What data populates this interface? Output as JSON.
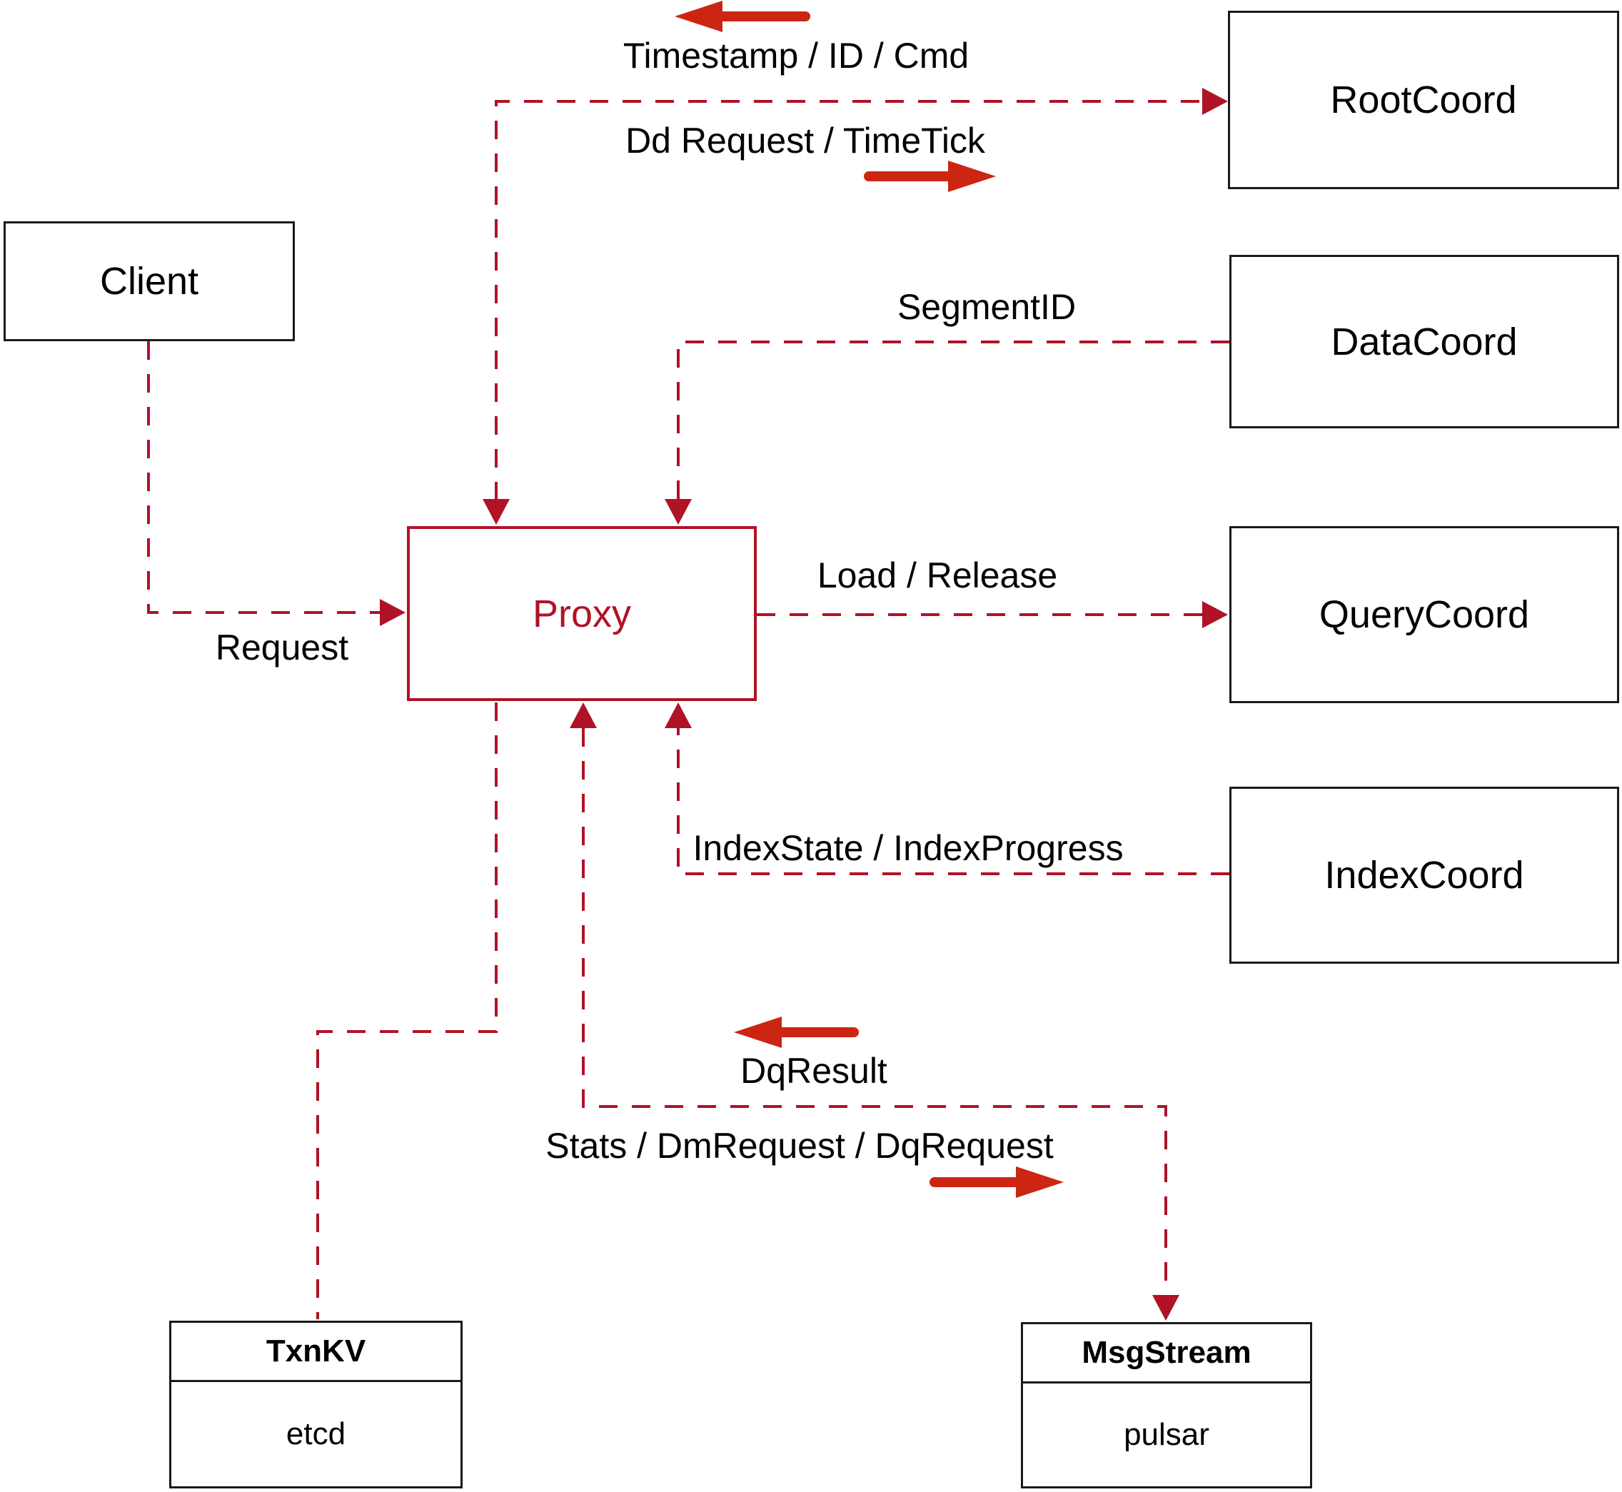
{
  "diagram": {
    "nodes": {
      "client": {
        "label": "Client"
      },
      "proxy": {
        "label": "Proxy"
      },
      "root_coord": {
        "label": "RootCoord"
      },
      "data_coord": {
        "label": "DataCoord"
      },
      "query_coord": {
        "label": "QueryCoord"
      },
      "index_coord": {
        "label": "IndexCoord"
      },
      "txn_kv": {
        "title": "TxnKV",
        "subtitle": "etcd"
      },
      "msg_stream": {
        "title": "MsgStream",
        "subtitle": "pulsar"
      }
    },
    "edge_labels": {
      "proxy_to_root": "Dd Request / TimeTick",
      "root_to_proxy": "Timestamp / ID / Cmd",
      "data_to_proxy": "SegmentID",
      "client_to_proxy": "Request",
      "proxy_to_query": "Load / Release",
      "index_to_proxy": "IndexState / IndexProgress",
      "stream_to_proxy": "DqResult",
      "proxy_to_stream": "Stats / DmRequest / DqRequest"
    },
    "colors": {
      "dashed_line": "#b01226",
      "solid_arrow": "#cc2512",
      "node_border": "#1a1a1a",
      "proxy_accent": "#b01226",
      "text": "#000000",
      "background": "#ffffff"
    }
  }
}
